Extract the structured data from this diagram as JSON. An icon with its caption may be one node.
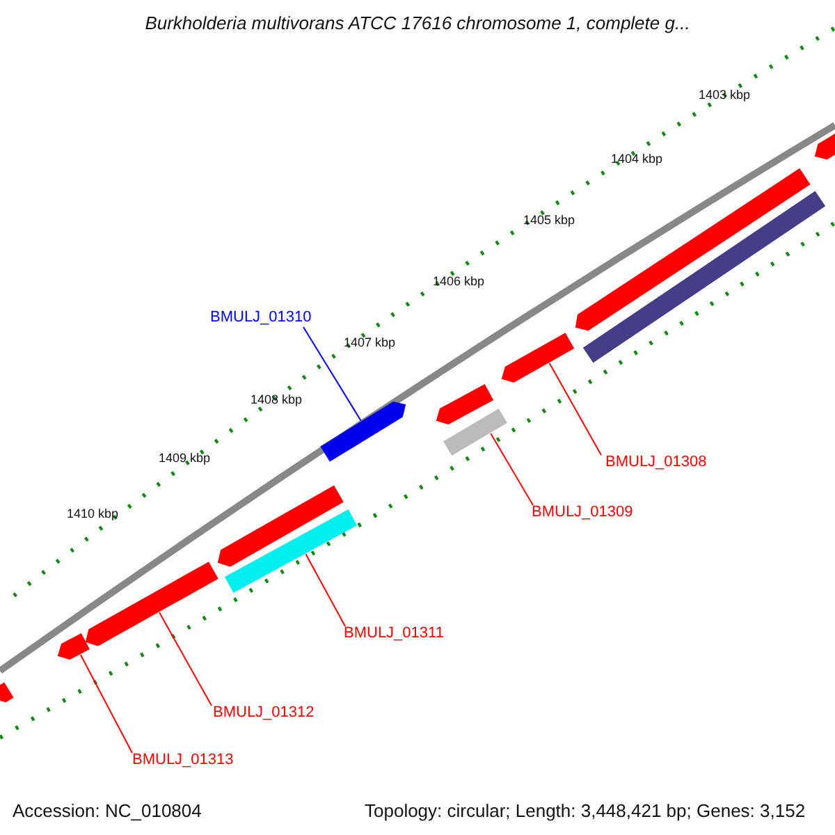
{
  "diagram": {
    "title": "Burkholderia multivorans ATCC 17616 chromosome 1, complete g...",
    "nodes": [
      {
        "text": [
          "BMULJ_01310"
        ]
      },
      {
        "text": [
          "BMULJ_01308"
        ]
      },
      {
        "text": [
          "BMULJ_01309"
        ]
      },
      {
        "text": [
          "BMULJ_01311"
        ]
      },
      {
        "text": [
          "BMULJ_01312"
        ]
      },
      {
        "text": [
          "BMULJ_01313"
        ]
      },
      {
        "text": [],
        "shape": "bar"
      },
      {
        "text": [],
        "shape": "bar"
      },
      {
        "text": [],
        "shape": "bar"
      },
      {
        "text": [],
        "shape": "bar"
      },
      {
        "text": [],
        "shape": "bar"
      },
      {
        "text": [],
        "shape": "bar"
      },
      {
        "text": [],
        "shape": "bar"
      },
      {
        "text": [],
        "shape": "bar"
      },
      {
        "text": [],
        "shape": "bar"
      },
      {
        "text": [],
        "shape": "bar"
      },
      {
        "text": [],
        "shape": "bar"
      },
      {
        "text": [],
        "shape": "bar"
      }
    ],
    "edges": [
      {
        "from": 0,
        "to": 11,
        "arrow": "none",
        "color": "#0000ff"
      },
      {
        "from": 1,
        "to": 14,
        "arrow": "none"
      },
      {
        "from": 2,
        "to": 13,
        "arrow": "none"
      },
      {
        "from": 3,
        "to": 10,
        "arrow": "none"
      },
      {
        "from": 4,
        "to": 8,
        "arrow": "none"
      },
      {
        "from": 5,
        "to": 7,
        "arrow": "none"
      }
    ],
    "labels": [
      "1403 kbp",
      "1404 kbp",
      "1405 kbp",
      "1406 kbp",
      "1407 kbp",
      "1408 kbp",
      "1409 kbp",
      "1410 kbp",
      "Accession: NC_010804",
      "Topology: circular; Length: 3,448,421 bp; Genes: 3,152"
    ]
  }
}
